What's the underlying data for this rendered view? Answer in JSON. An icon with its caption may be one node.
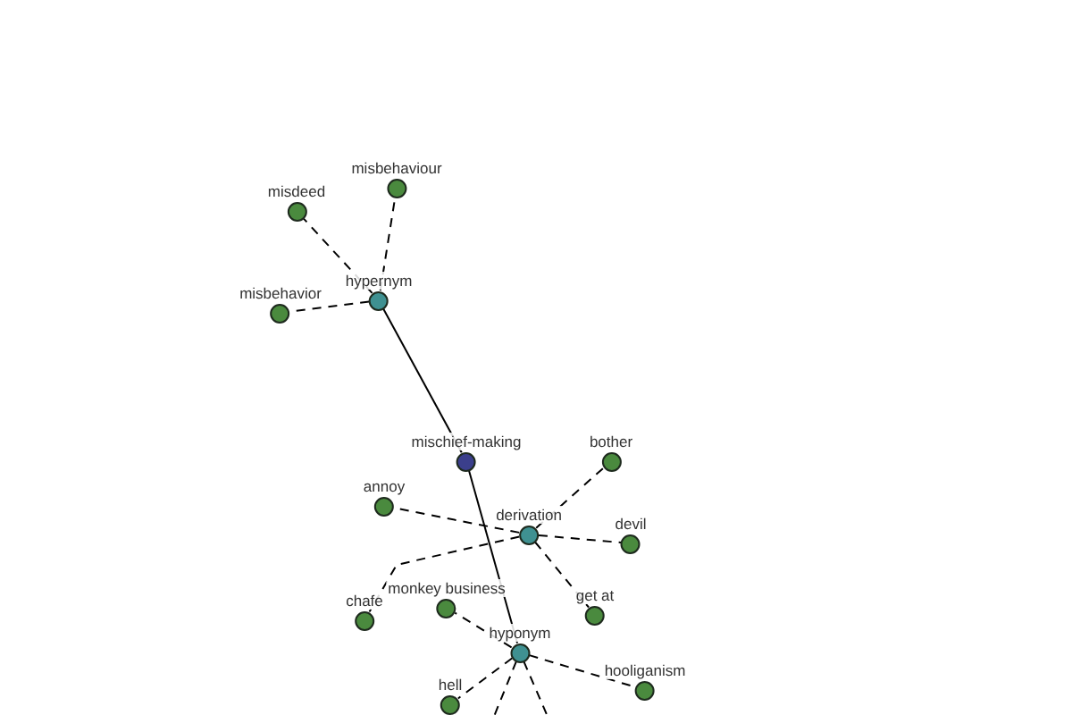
{
  "diagram": {
    "nodes": [
      {
        "text": [
          "misbehaviour"
        ]
      },
      {
        "text": [
          "misdeed"
        ]
      },
      {
        "text": [
          "hypernym"
        ]
      },
      {
        "text": [
          "misbehavior"
        ]
      },
      {
        "text": [
          "mischief-making"
        ]
      },
      {
        "text": [
          "bother"
        ]
      },
      {
        "text": [
          "annoy"
        ]
      },
      {
        "text": [
          "derivation"
        ]
      },
      {
        "text": [
          "devil"
        ]
      },
      {
        "text": [
          "monkey business"
        ]
      },
      {
        "text": [
          "get at"
        ]
      },
      {
        "text": [
          "chafe"
        ]
      },
      {
        "text": [
          "hyponym"
        ]
      },
      {
        "text": [
          "hooliganism"
        ]
      },
      {
        "text": [
          "hell"
        ]
      }
    ],
    "edges": [
      {
        "from": 2,
        "to": 0,
        "arrow": "none",
        "style": "dashed"
      },
      {
        "from": 2,
        "to": 1,
        "arrow": "none",
        "style": "dashed"
      },
      {
        "from": 2,
        "to": 3,
        "arrow": "none",
        "style": "dashed"
      },
      {
        "from": 4,
        "to": 2,
        "arrow": "none"
      },
      {
        "from": 4,
        "to": 12,
        "arrow": "none"
      },
      {
        "from": 7,
        "to": 5,
        "arrow": "none",
        "style": "dashed"
      },
      {
        "from": 7,
        "to": 6,
        "arrow": "none",
        "style": "dashed"
      },
      {
        "from": 7,
        "to": 8,
        "arrow": "none",
        "style": "dashed"
      },
      {
        "from": 7,
        "to": 10,
        "arrow": "none",
        "style": "dashed"
      },
      {
        "from": 7,
        "to": 11,
        "arrow": "none",
        "style": "dashed"
      },
      {
        "from": 12,
        "to": 9,
        "arrow": "none",
        "style": "dashed"
      },
      {
        "from": 12,
        "to": 13,
        "arrow": "none",
        "style": "dashed"
      },
      {
        "from": 12,
        "to": 14,
        "arrow": "none",
        "style": "dashed"
      },
      {
        "from": 12,
        "to": null,
        "arrow": "none",
        "style": "dashed"
      },
      {
        "from": 12,
        "to": null,
        "arrow": "none",
        "style": "dashed"
      }
    ]
  }
}
